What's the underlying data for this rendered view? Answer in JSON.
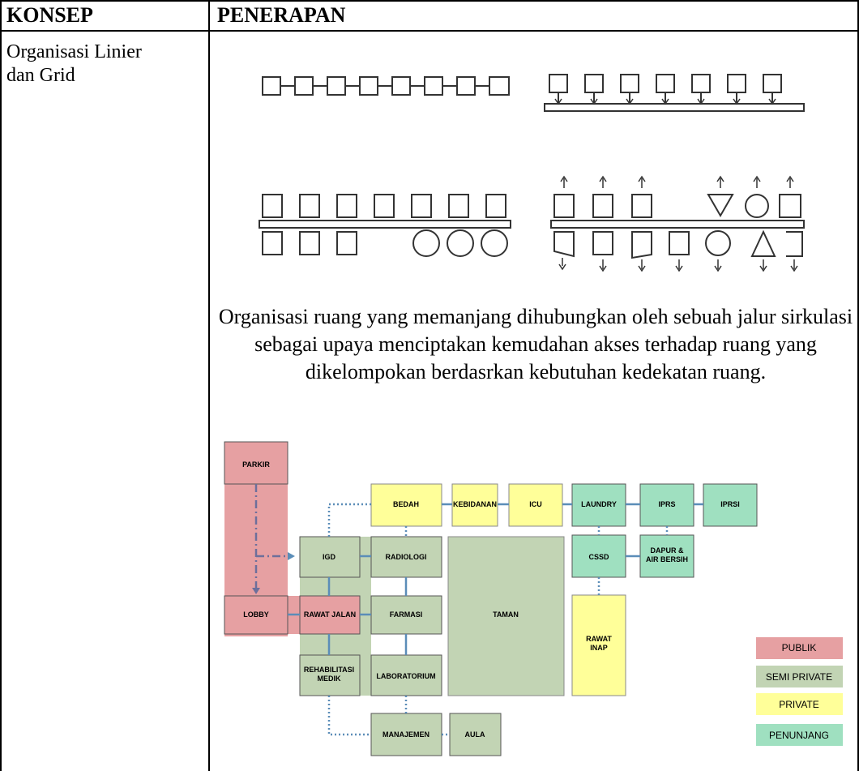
{
  "table": {
    "header_concept": "KONSEP",
    "header_application": "PENERAPAN",
    "concept_line1": "Organisasi Linier",
    "concept_line2": "dan Grid"
  },
  "caption": "Organisasi ruang yang memanjang dihubungkan oleh sebuah jalur sirkulasi sebagai upaya menciptakan kemudahan akses terhadap ruang yang dikelompokan berdasrkan kebutuhan kedekatan ruang.",
  "diagram": {
    "rooms": {
      "parkir": "PARKIR",
      "lobby": "LOBBY",
      "rawat_jalan": "RAWAT JALAN",
      "igd": "IGD",
      "rehab_1": "REHABILITASI",
      "rehab_2": "MEDIK",
      "bedah": "BEDAH",
      "kebidanan": "KEBIDANAN",
      "icu": "ICU",
      "radiologi": "RADIOLOGI",
      "farmasi": "FARMASI",
      "laboratorium": "LABORATORIUM",
      "manajemen": "MANAJEMEN",
      "aula": "AULA",
      "taman": "TAMAN",
      "laundry": "LAUNDRY",
      "iprs": "IPRS",
      "iprsi": "IPRSI",
      "cssd": "CSSD",
      "dapur_1": "DAPUR &",
      "dapur_2": "AIR BERSIH",
      "rawat_inap_1": "RAWAT",
      "rawat_inap_2": "INAP"
    },
    "legend": {
      "publik": "PUBLIK",
      "semi_private": "SEMI PRIVATE",
      "private": "PRIVATE",
      "penunjang": "PENUNJANG"
    },
    "colors": {
      "publik": "#e6a0a2",
      "semi_private": "#c2d4b4",
      "private": "#ffff99",
      "penunjang": "#9fe0c0",
      "link": "#5b8db8"
    }
  }
}
